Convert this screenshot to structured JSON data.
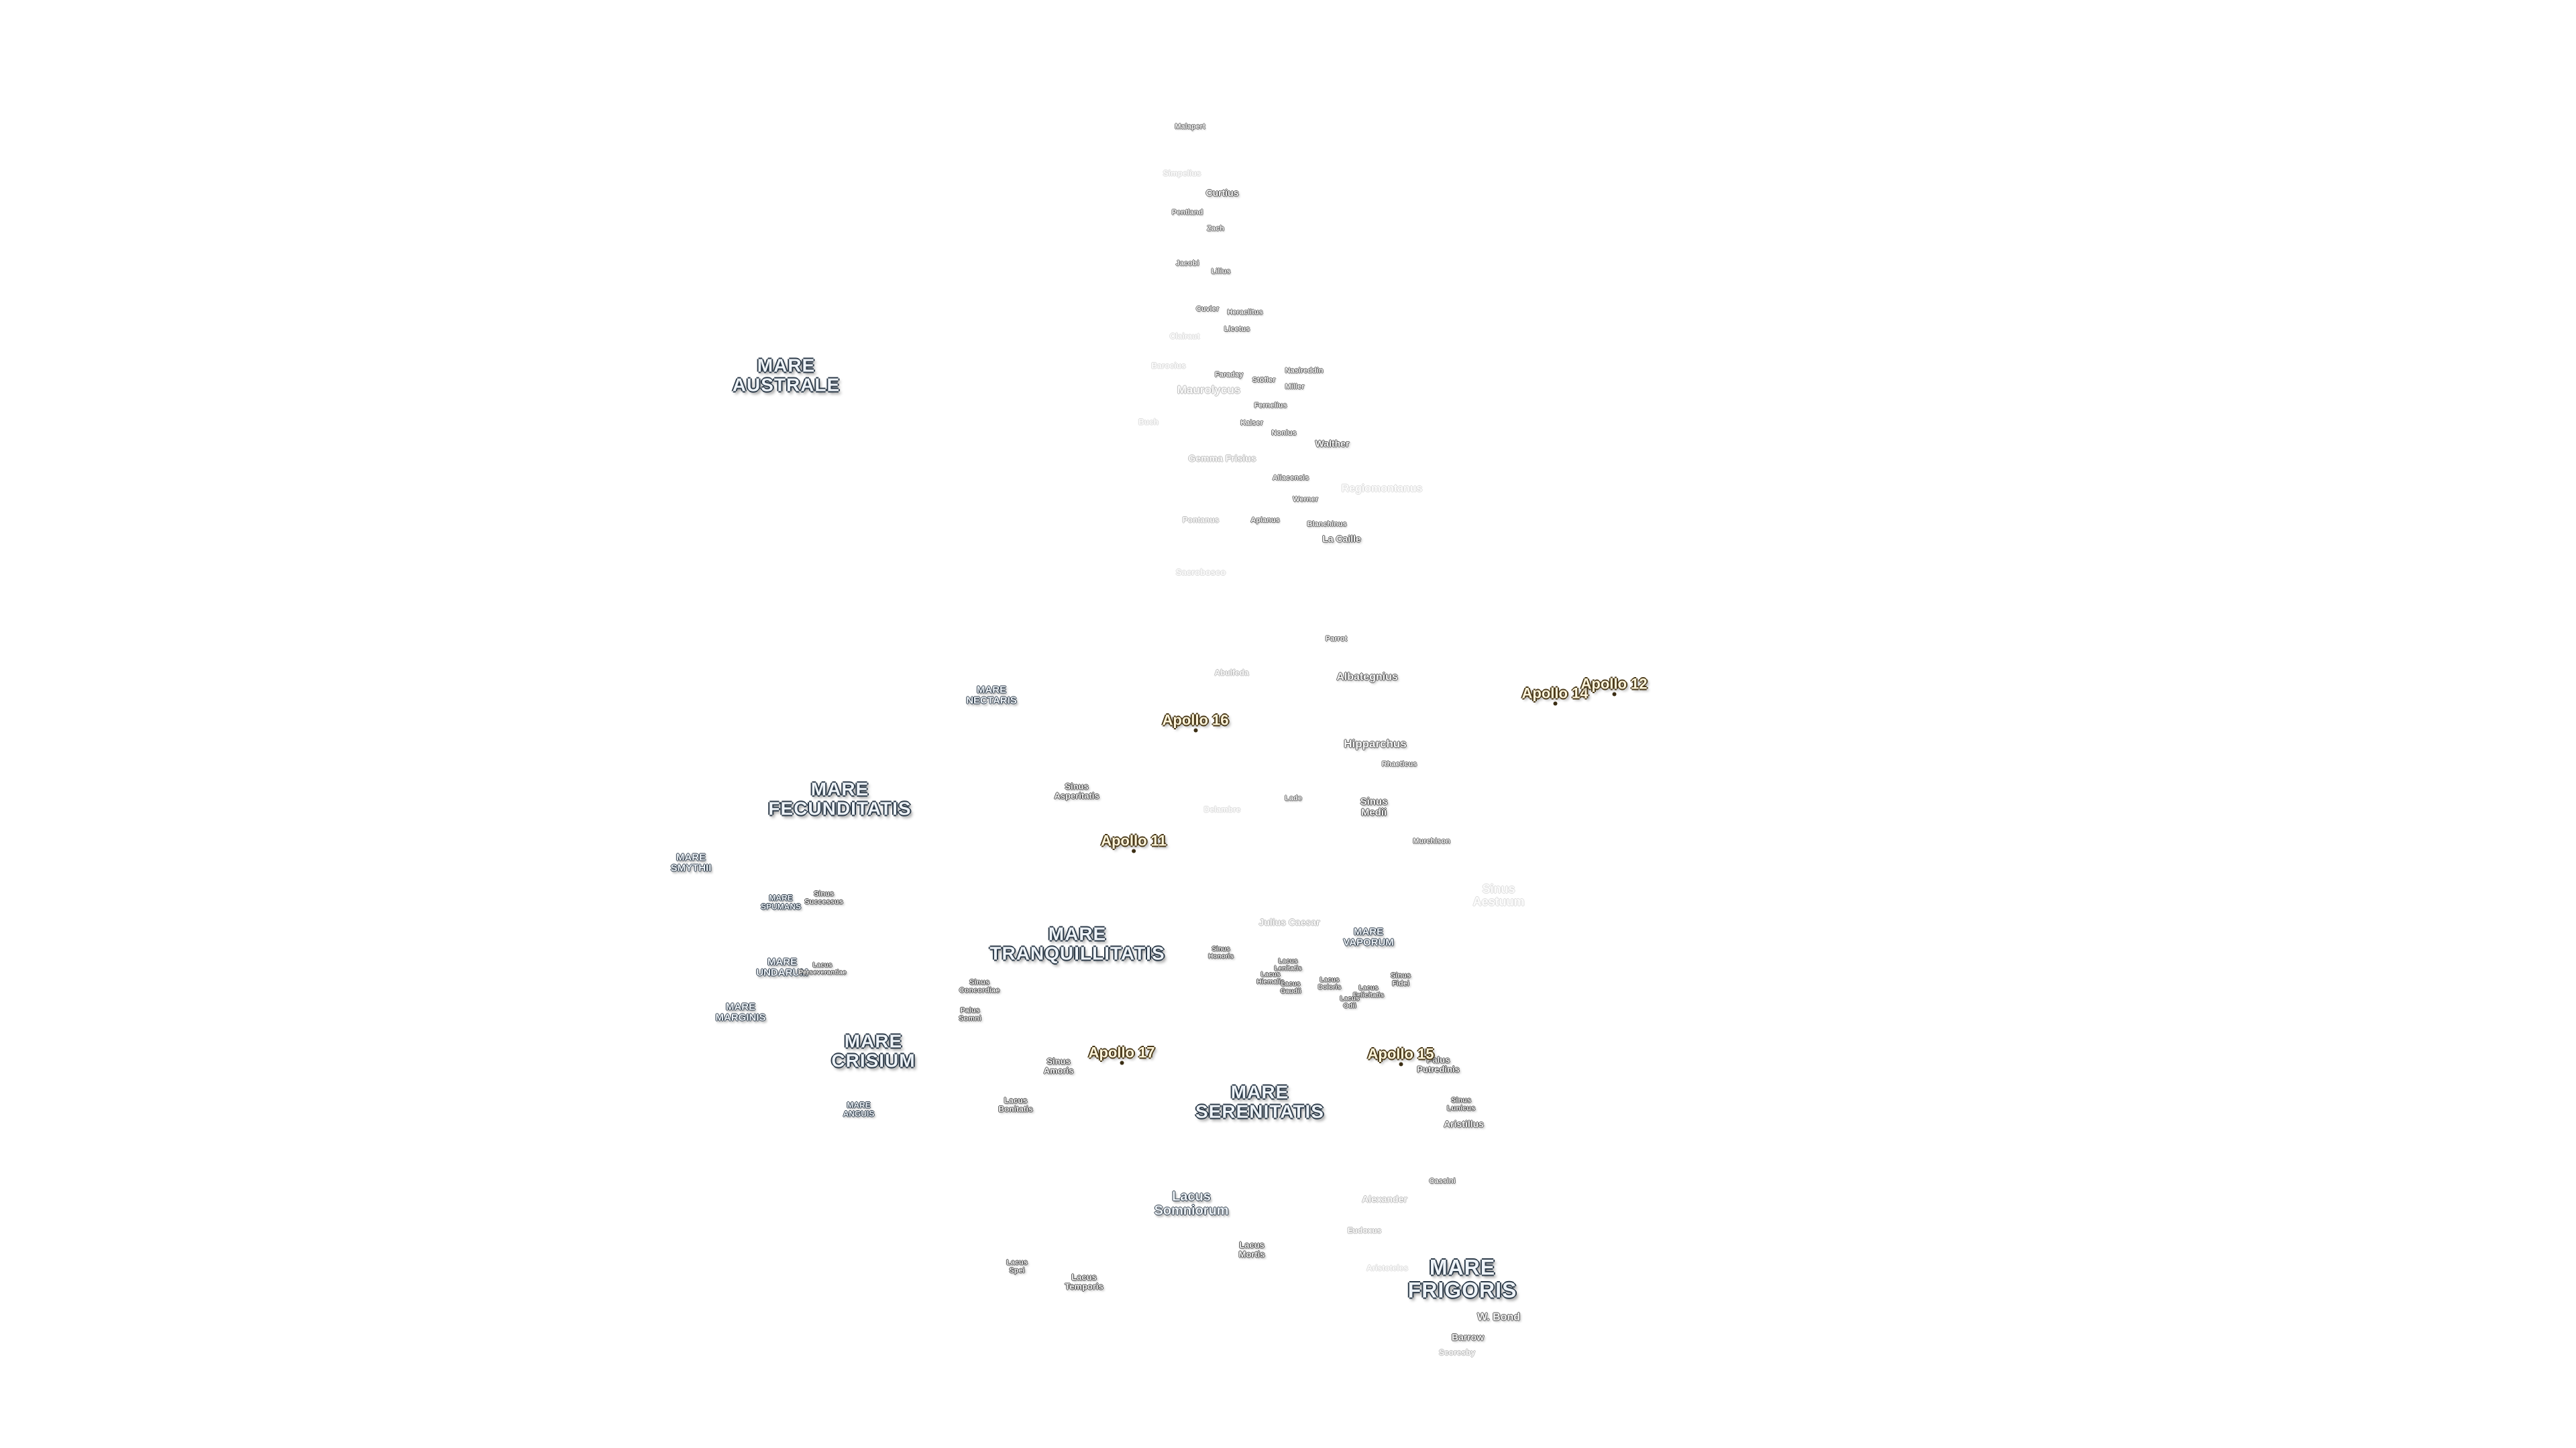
{
  "map": {
    "maria": [
      {
        "name": "MARE\nAUSTRALE"
      },
      {
        "name": "MARE\nFECUNDITATIS"
      },
      {
        "name": "MARE\nTRANQUILLITATIS"
      },
      {
        "name": "MARE\nCRISIUM"
      },
      {
        "name": "MARE\nSERENITATIS"
      },
      {
        "name": "MARE\nFRIGORIS"
      }
    ],
    "minor_maria": [
      {
        "name": "MARE\nNECTARIS"
      },
      {
        "name": "MARE\nSMYTHII"
      },
      {
        "name": "MARE\nUNDARUM"
      },
      {
        "name": "MARE\nMARGINIS"
      },
      {
        "name": "MARE\nVAPORUM"
      },
      {
        "name": "MARE\nSPUMANS"
      },
      {
        "name": "MARE\nANGUIS"
      }
    ],
    "lacus_sinus": [
      {
        "name": "Sinus\nAsperitatis"
      },
      {
        "name": "Sinus\nMedii"
      },
      {
        "name": "Sinus\nSuccessus"
      },
      {
        "name": "Lacus\nPerseverantiae"
      },
      {
        "name": "Sinus\nConcordiae"
      },
      {
        "name": "Palus\nSomni"
      },
      {
        "name": "Sinus\nAmoris"
      },
      {
        "name": "Lacus\nBonitatis"
      },
      {
        "name": "Sinus\nHonoris"
      },
      {
        "name": "Lacus\nLenitatis"
      },
      {
        "name": "Lacus\nHiemalis"
      },
      {
        "name": "Lacus\nGaudii"
      },
      {
        "name": "Lacus\nDoloris"
      },
      {
        "name": "Lacus\nFelicitatis"
      },
      {
        "name": "Lacus\nOdii"
      },
      {
        "name": "Sinus\nFidei"
      },
      {
        "name": "Palus\nPutredinis"
      },
      {
        "name": "Sinus\nLunicus"
      },
      {
        "name": "Lacus\nSomniorum"
      },
      {
        "name": "Lacus\nMortis"
      },
      {
        "name": "Lacus\nSpei"
      },
      {
        "name": "Lacus\nTemporis"
      }
    ],
    "craters": [
      {
        "name": "Malapert"
      },
      {
        "name": "Curtius"
      },
      {
        "name": "Pentland"
      },
      {
        "name": "Zach"
      },
      {
        "name": "Jacobi"
      },
      {
        "name": "Lilius"
      },
      {
        "name": "Cuvier"
      },
      {
        "name": "Heraclitus"
      },
      {
        "name": "Licetus"
      },
      {
        "name": "Nasireddin"
      },
      {
        "name": "Faraday"
      },
      {
        "name": "Stöfler"
      },
      {
        "name": "Miller"
      },
      {
        "name": "Fernelius"
      },
      {
        "name": "Kaiser"
      },
      {
        "name": "Nonius"
      },
      {
        "name": "Walther"
      },
      {
        "name": "Aliacensis"
      },
      {
        "name": "Werner"
      },
      {
        "name": "Apianus"
      },
      {
        "name": "Blanchinus"
      },
      {
        "name": "La Caille"
      },
      {
        "name": "Parrot"
      },
      {
        "name": "Albategnius"
      },
      {
        "name": "Hipparchus"
      },
      {
        "name": "Rhaeticus"
      },
      {
        "name": "Lade"
      },
      {
        "name": "Murchison"
      },
      {
        "name": "Cassini"
      },
      {
        "name": "W. Bond"
      },
      {
        "name": "Barrow"
      },
      {
        "name": "Aristillus"
      }
    ],
    "faint_craters": [
      {
        "name": "Simpelius"
      },
      {
        "name": "Clairaut"
      },
      {
        "name": "Barocius"
      },
      {
        "name": "Maurolycus"
      },
      {
        "name": "Buch"
      },
      {
        "name": "Gemma Frisius"
      },
      {
        "name": "Regiomontanus"
      },
      {
        "name": "Pontanus"
      },
      {
        "name": "Sacrobosco"
      },
      {
        "name": "Abulfeda"
      },
      {
        "name": "Delambre"
      },
      {
        "name": "Julius Caesar"
      },
      {
        "name": "Sinus\nAestuum"
      },
      {
        "name": "Alexander"
      },
      {
        "name": "Eudoxus"
      },
      {
        "name": "Aristoteles"
      },
      {
        "name": "Scoresby"
      }
    ],
    "apollo_sites": [
      {
        "name": "Apollo 16"
      },
      {
        "name": "Apollo 14"
      },
      {
        "name": "Apollo 12"
      },
      {
        "name": "Apollo 11"
      },
      {
        "name": "Apollo 17"
      },
      {
        "name": "Apollo 15"
      }
    ]
  }
}
